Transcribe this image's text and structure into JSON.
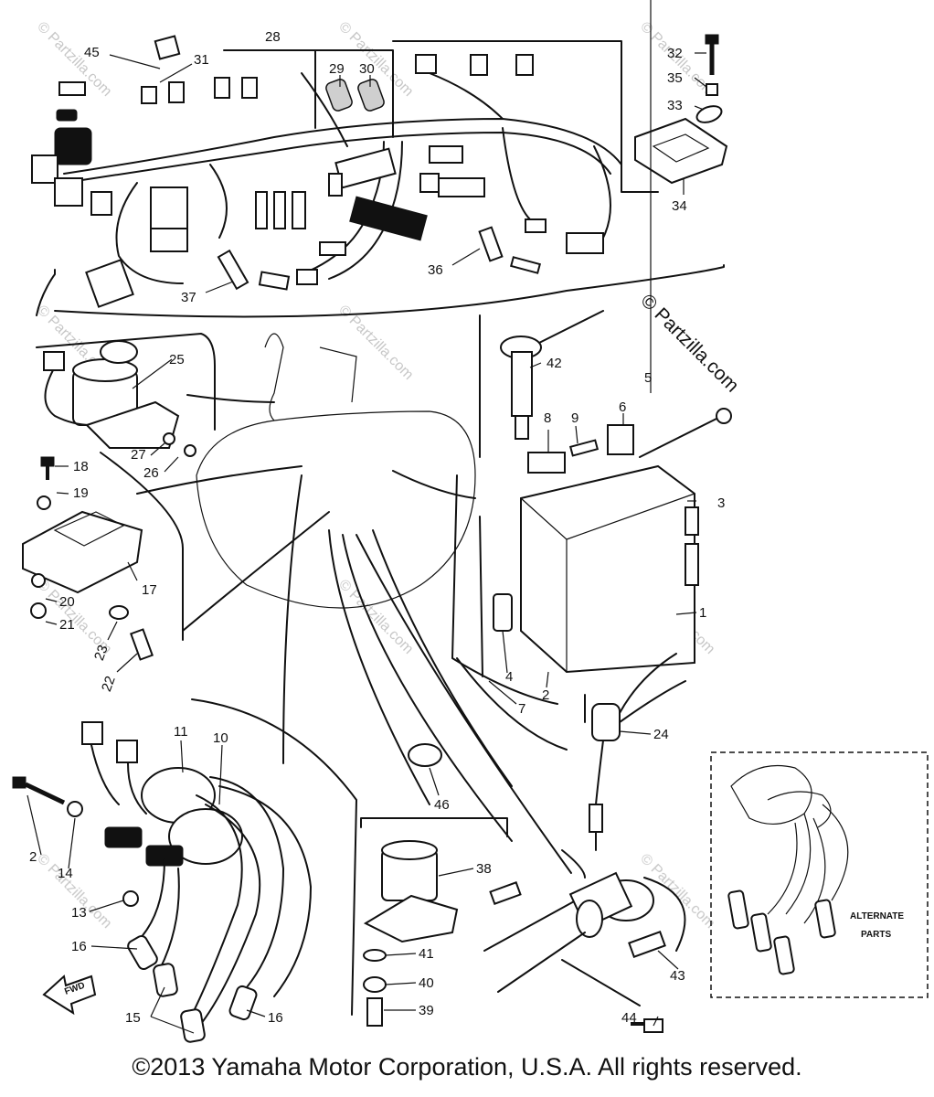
{
  "watermark": {
    "text": "© Partzilla.com",
    "small": "© Partzilla.com"
  },
  "labels": {
    "l1": "1",
    "l2": "2",
    "l2b": "2",
    "l3": "3",
    "l4": "4",
    "l5": "5",
    "l6": "6",
    "l7": "7",
    "l8": "8",
    "l9": "9",
    "l10": "10",
    "l11": "11",
    "l13": "13",
    "l14": "14",
    "l15": "15",
    "l16": "16",
    "l16b": "16",
    "l17": "17",
    "l18": "18",
    "l19": "19",
    "l20": "20",
    "l21": "21",
    "l22": "22",
    "l23": "23",
    "l24": "24",
    "l25": "25",
    "l26": "26",
    "l27": "27",
    "l28": "28",
    "l29": "29",
    "l30": "30",
    "l31": "31",
    "l32": "32",
    "l33": "33",
    "l34": "34",
    "l35": "35",
    "l36": "36",
    "l37": "37",
    "l38": "38",
    "l39": "39",
    "l40": "40",
    "l41": "41",
    "l42": "42",
    "l43": "43",
    "l44": "44",
    "l45": "45",
    "l46": "46"
  },
  "alternate_parts": {
    "line1": "ALTERNATE",
    "line2": "PARTS"
  },
  "fwd_arrow": "FWD",
  "copyright": "©2013 Yamaha Motor Corporation, U.S.A. All rights reserved."
}
